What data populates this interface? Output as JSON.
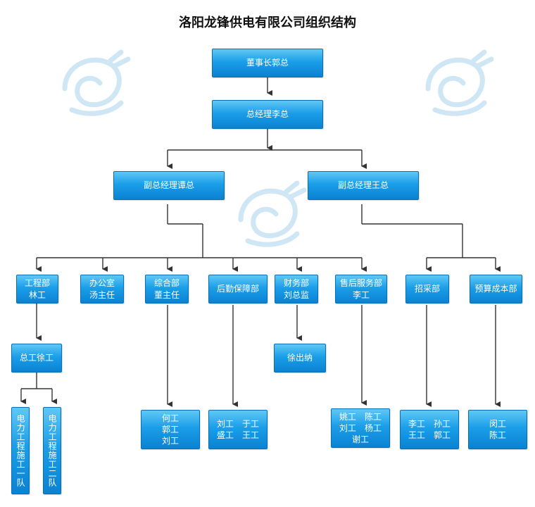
{
  "title": "洛阳龙锋供电有限公司组织结构",
  "nodes": {
    "chairman": "董事长郭总",
    "gm": "总经理李总",
    "vp_tan": "副总经理谭总",
    "vp_wang": "副总经理王总",
    "engineering": "工程部\n林工",
    "office": "办公室\n汤主任",
    "general": "综合部\n董主任",
    "logistics": "后勤保障部",
    "finance": "财务部\n刘总监",
    "after_sales": "售后服务部\n李工",
    "procurement": "招采部",
    "budget": "预算成本部",
    "chief_engineer": "总工徐工",
    "team1": "电力工程施工一队",
    "team2": "电力工程施工二队",
    "general_staff": "何工\n郭工\n刘工",
    "logistics_staff": "刘工　于工\n盛工　王工",
    "cashier": "徐出纳",
    "after_sales_staff": "姚工　陈工\n刘工　杨工\n谢工",
    "procurement_staff": "李工　孙工\n王工　郭工",
    "budget_staff": "闵工\n陈工"
  },
  "colors": {
    "box_top": "#5fc8f5",
    "box_bottom": "#0a82d2",
    "line": "#333333",
    "watermark": "#cfe6f5"
  }
}
